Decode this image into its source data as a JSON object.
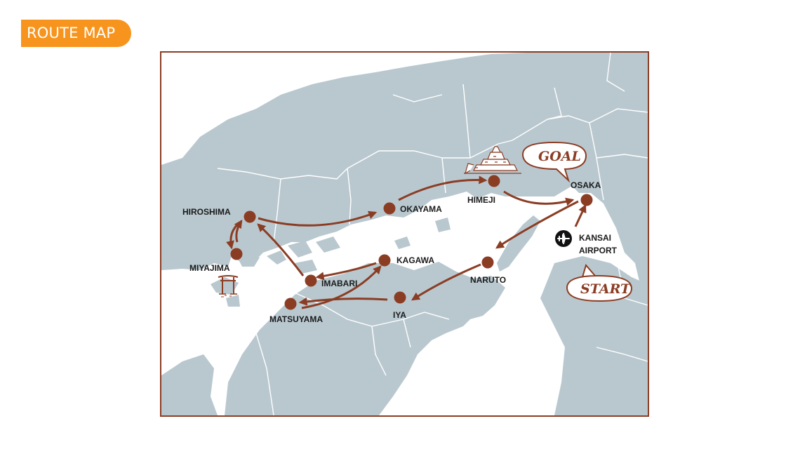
{
  "badge": {
    "label": "ROUTE MAP"
  },
  "colors": {
    "accent": "#f7941d",
    "route": "#8b3d24",
    "land": "#b9c8cf",
    "water": "#ffffff",
    "border": "#8b3d24"
  },
  "map": {
    "cities": {
      "hiroshima": "HIROSHIMA",
      "miyajima": "MIYAJIMA",
      "okayama": "OKAYAMA",
      "himeji": "HIMEJI",
      "osaka": "OSAKA",
      "kansai_airport_line1": "KANSAI",
      "kansai_airport_line2": "AIRPORT",
      "kagawa": "KAGAWA",
      "imabari": "IMABARI",
      "naruto": "NARUTO",
      "iya": "IYA",
      "matsuyama": "MATSUYAMA"
    },
    "callouts": {
      "goal": "GOAL",
      "start": "START"
    },
    "icons": [
      "airplane-icon",
      "torii-gate-icon",
      "castle-icon"
    ]
  }
}
